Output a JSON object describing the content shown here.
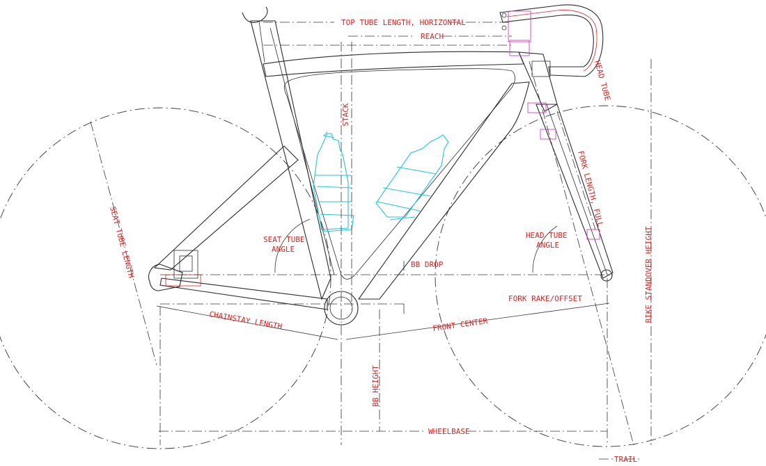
{
  "labels": {
    "top_tube": "TOP TUBE LENGTH, HORIZONTAL",
    "reach": "REACH",
    "stack": "STACK",
    "head_tube": "HEAD TUBE",
    "fork_length": "FORK LENGTH, FULL",
    "seat_tube_length": "SEAT TUBE LENGTH",
    "seat_tube_angle_1": "SEAT TUBE",
    "seat_tube_angle_2": "ANGLE",
    "head_tube_angle_1": "HEAD TUBE",
    "head_tube_angle_2": "ANGLE",
    "bb_drop": "BB DROP",
    "fork_rake": "FORK RAKE/OFFSET",
    "chainstay": "CHAINSTAY LENGTH",
    "front_center": "FRONT CENTER",
    "bb_height": "BB HEIGHT",
    "wheelbase": "WHEELBASE",
    "standover": "BIKE STANDOVER HEIGHT",
    "trail": "TRAIL"
  },
  "colors": {
    "frame": "#2a2a2a",
    "dimension_text": "#e8201e",
    "bottle": "#1cc6e0",
    "headset": "#d63cc8"
  }
}
